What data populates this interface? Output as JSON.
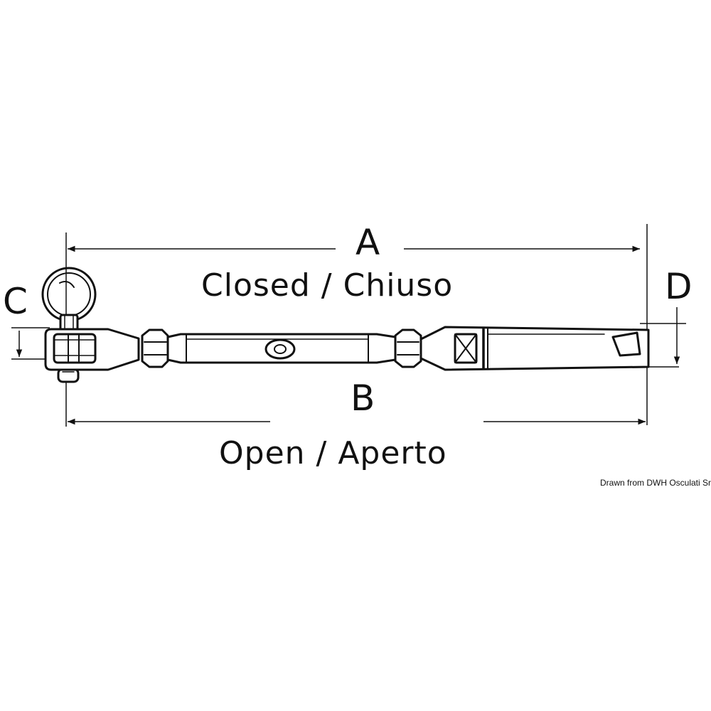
{
  "diagram": {
    "labels": {
      "a": "A",
      "b": "B",
      "c": "C",
      "d": "D",
      "closed": "Closed / Chiuso",
      "open": "Open / Aperto"
    },
    "credit": "Drawn from DWH Osculati Srl",
    "line_color": "#111111",
    "background": "#ffffff"
  }
}
